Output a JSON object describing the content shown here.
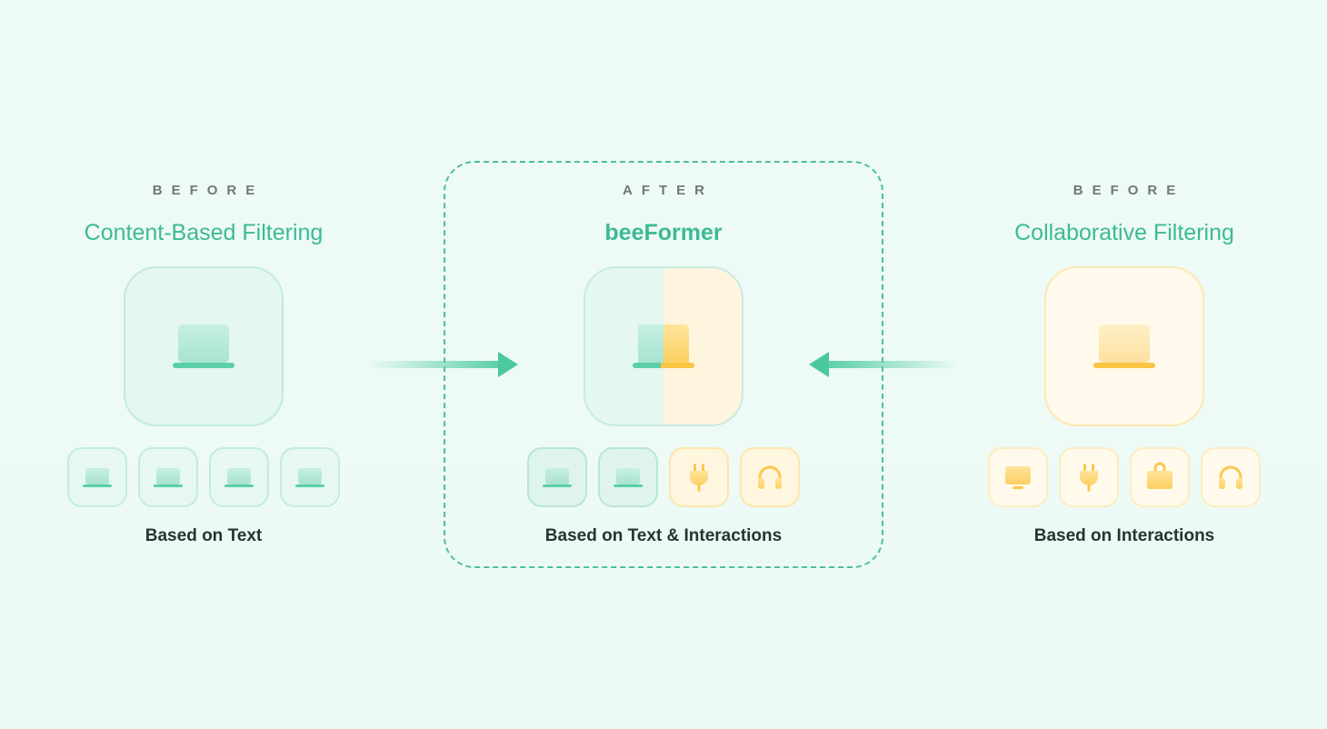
{
  "left": {
    "kicker": "BEFORE",
    "title": "Content-Based Filtering",
    "main_icon": "laptop-icon",
    "items": [
      "laptop-icon",
      "laptop-icon",
      "laptop-icon",
      "laptop-icon"
    ],
    "caption": "Based on Text",
    "color": "#3dba93"
  },
  "center": {
    "kicker": "AFTER",
    "title": "beeFormer",
    "main_icon": "laptop-icon",
    "items": [
      "laptop-icon",
      "laptop-icon",
      "plug-icon",
      "headphones-icon"
    ],
    "caption": "Based on Text & Interactions"
  },
  "right": {
    "kicker": "BEFORE",
    "title": "Collaborative Filtering",
    "main_icon": "laptop-icon",
    "items": [
      "monitor-icon",
      "plug-icon",
      "bag-icon",
      "headphones-icon"
    ],
    "caption": "Based on Interactions",
    "color": "#f7c95a"
  },
  "colors": {
    "accent_green": "#3dba93",
    "accent_yellow": "#f7c95a",
    "text_dark": "#263530",
    "kicker_gray": "#6e7876"
  }
}
